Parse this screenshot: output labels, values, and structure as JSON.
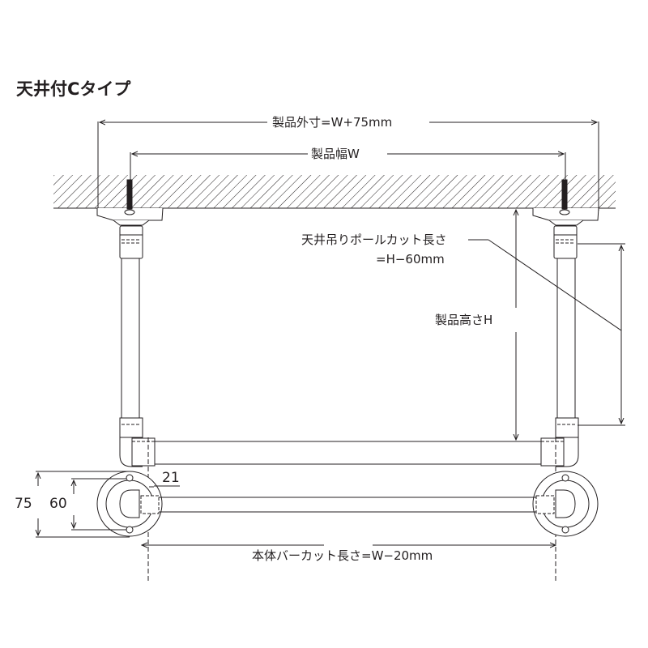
{
  "title": "天井付Cタイプ",
  "dimensions": {
    "overall_width": "製品外寸=W+75mm",
    "product_width": "製品幅W",
    "pole_cut_length_line1": "天井吊りポールカット長さ",
    "pole_cut_length_line2": "=H−60mm",
    "product_height": "製品高さH",
    "bar_cut_length": "本体バーカット長さ=W−20mm",
    "bracket_offset": "21",
    "flange_outer": "75",
    "flange_screw_pitch": "60"
  },
  "colors": {
    "line": "#231f20",
    "hatch": "#231f20",
    "background": "#ffffff"
  }
}
